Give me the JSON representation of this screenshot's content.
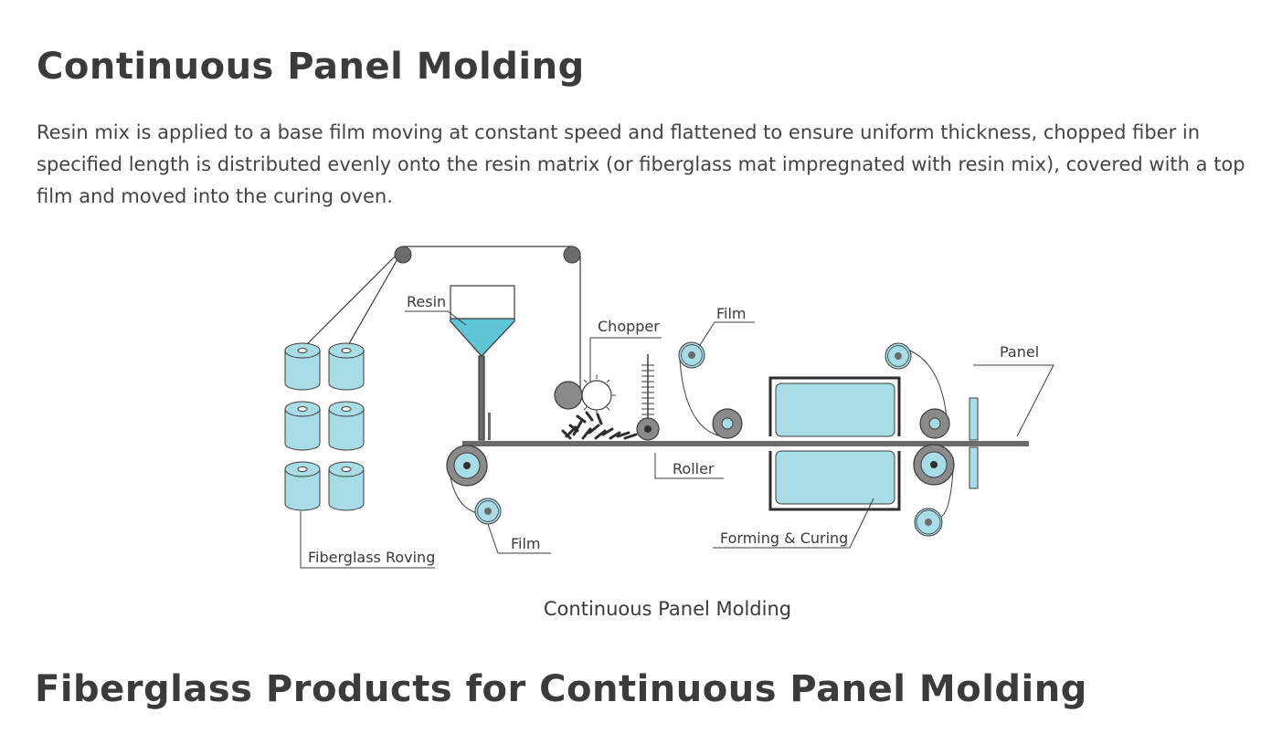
{
  "page": {
    "title": "Continuous Panel Molding",
    "intro": "Resin mix is applied to a base film moving at constant speed and flattened to ensure uniform thickness, chopped fiber in specified length is distributed evenly onto the resin matrix (or fiberglass mat impregnated with resin mix), covered with a top film and moved into the curing oven.",
    "caption": "Continuous Panel Molding",
    "section_title": "Fiberglass Products for Continuous Panel Molding"
  },
  "diagram": {
    "labels": {
      "resin": "Resin",
      "chopper": "Chopper",
      "film_top": "Film",
      "panel": "Panel",
      "roller": "Roller",
      "film_bottom": "Film",
      "forming": "Forming & Curing",
      "roving": "Fiberglass Roving"
    },
    "colors": {
      "accent": "#a8dce6",
      "liquid": "#5ec4d6",
      "dark": "#6b6b6b",
      "line": "#3c3c3c"
    }
  }
}
